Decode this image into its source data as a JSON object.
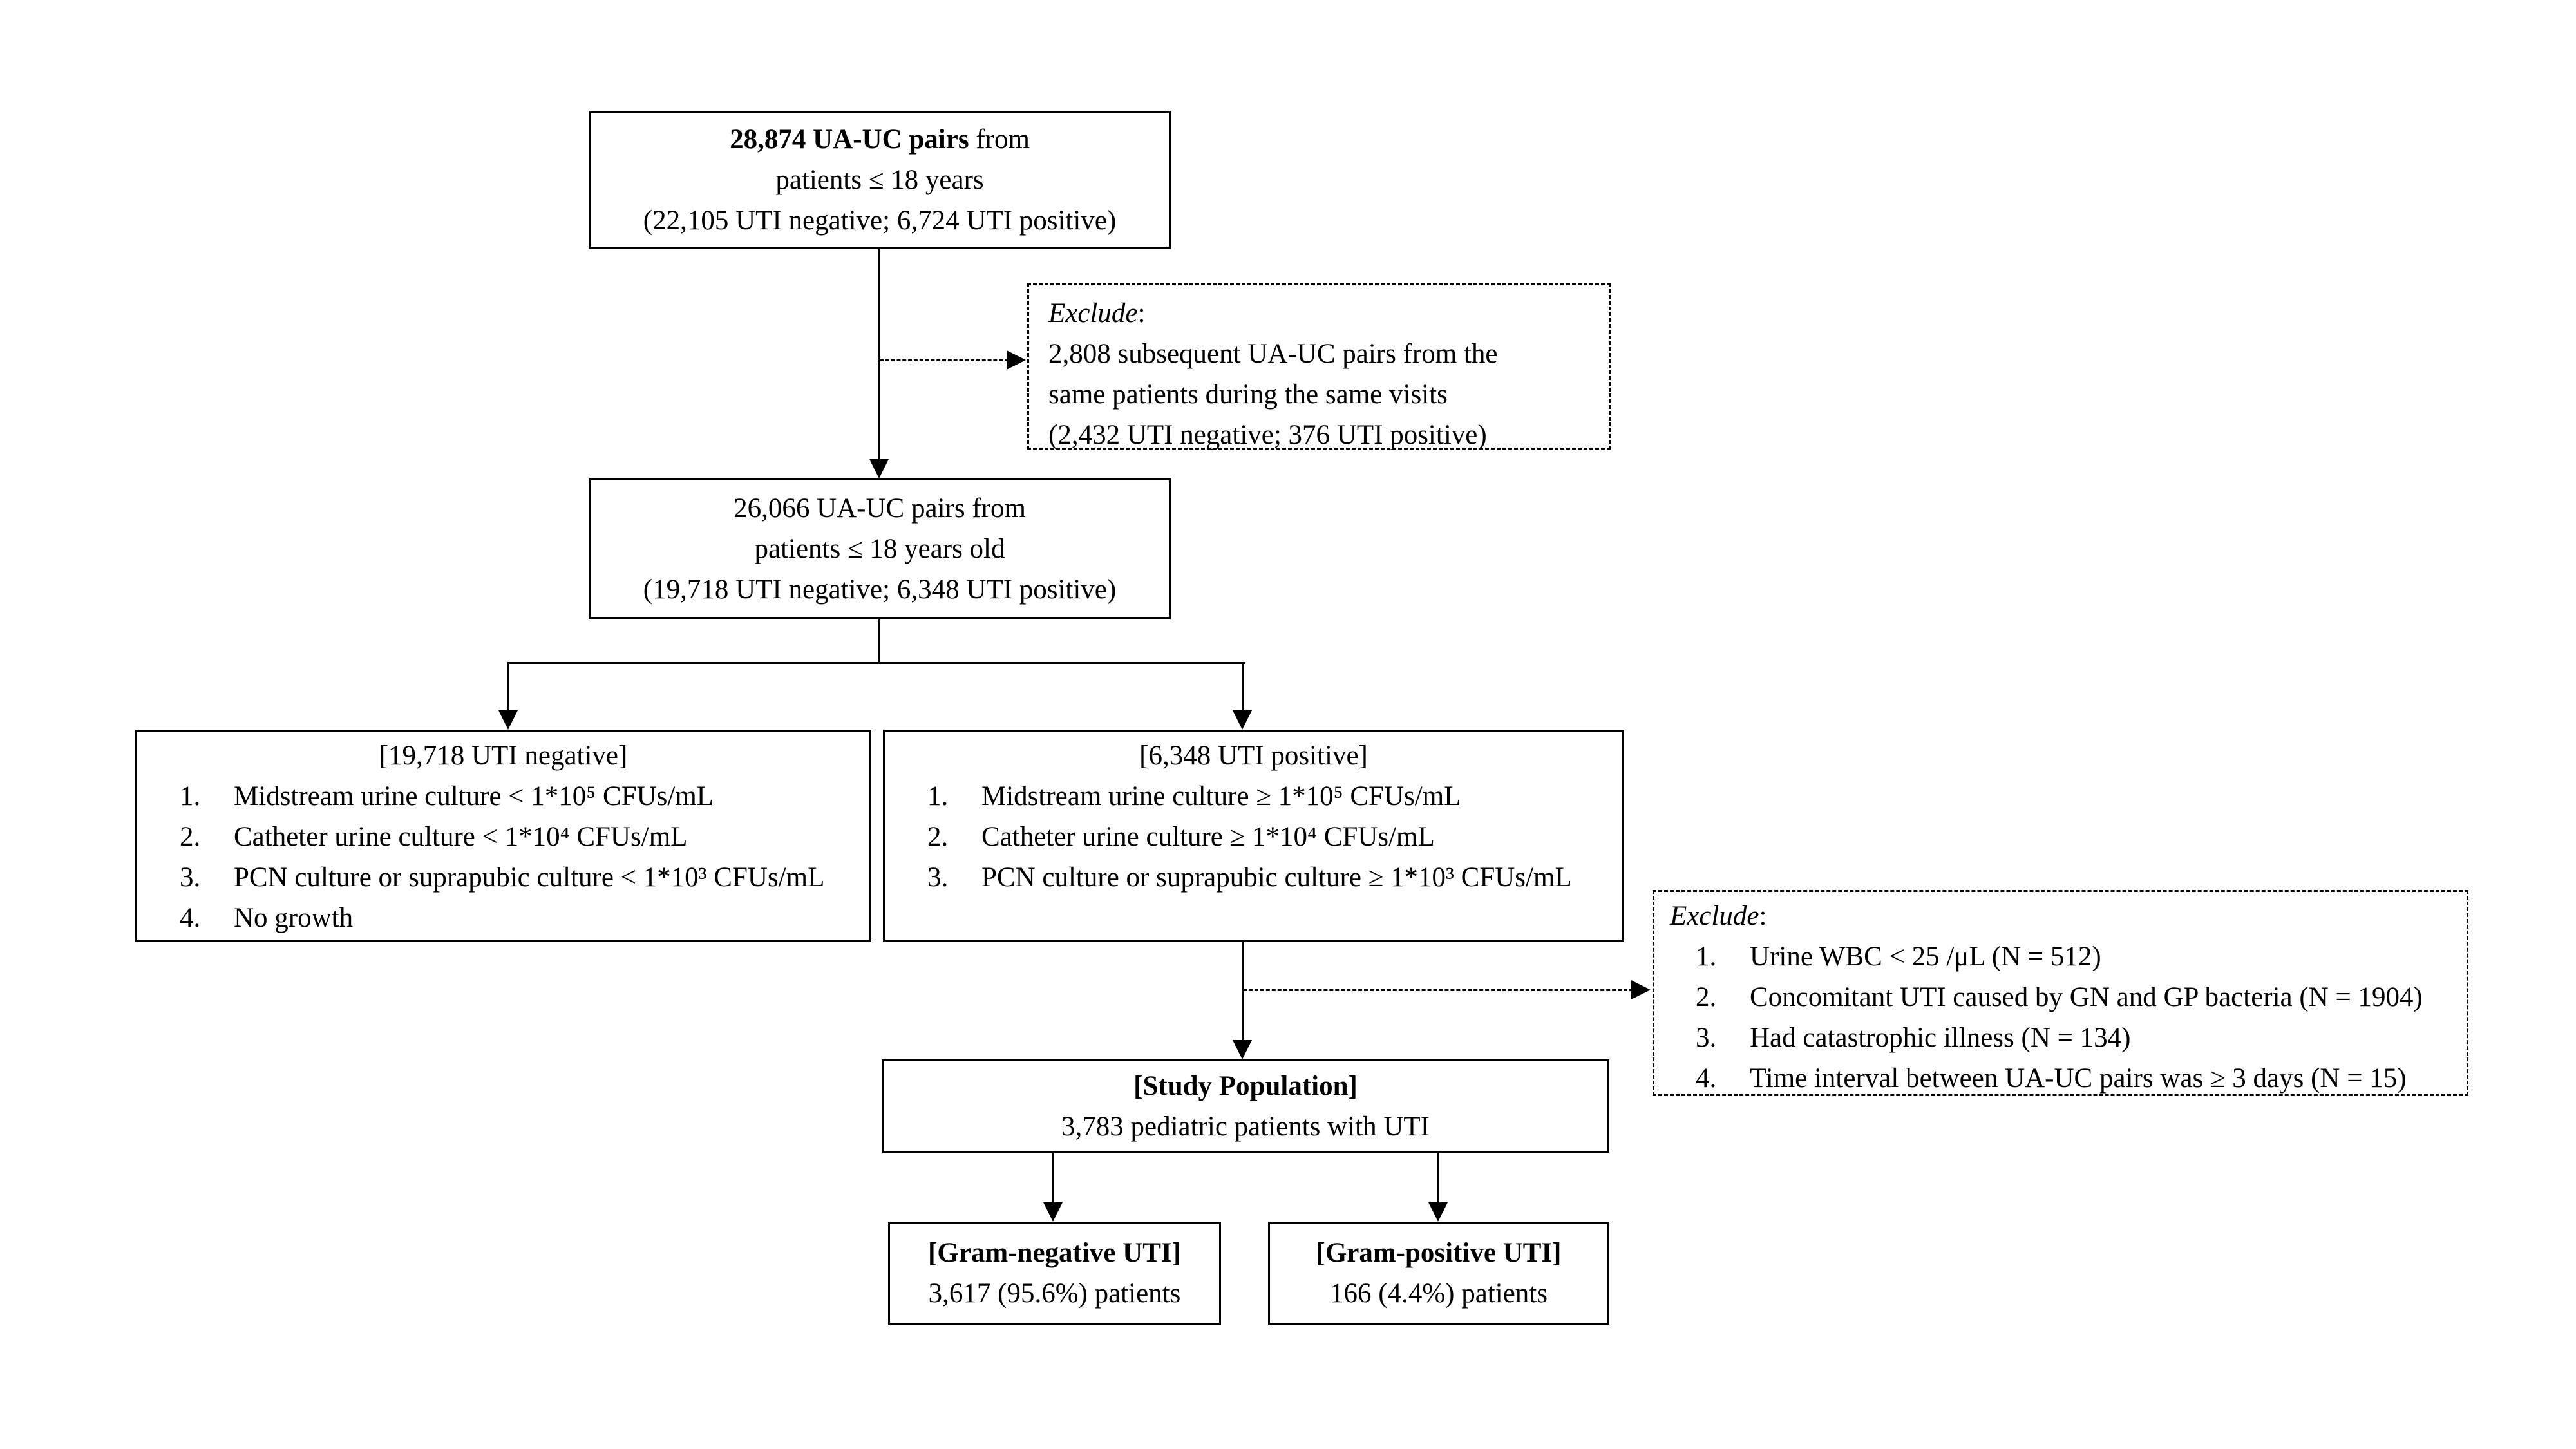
{
  "colors": {
    "ink": "#000000",
    "background": "#ffffff"
  },
  "flowchart": {
    "top_box": {
      "line1_bold": "28,874 UA-UC pairs",
      "line1_rest": " from",
      "line2": "patients ≤ 18 years",
      "line3": "(22,105 UTI negative; 6,724 UTI positive)"
    },
    "exclude_box_1": {
      "label_italic": "Exclude",
      "label_colon": ":",
      "lines": [
        "2,808 subsequent UA-UC pairs from the",
        "same patients during the same visits",
        "(2,432 UTI negative; 376 UTI positive)"
      ]
    },
    "second_box": {
      "line1": "26,066 UA-UC pairs from",
      "line2": "patients ≤ 18 years old",
      "line3": "(19,718 UTI negative; 6,348 UTI positive)"
    },
    "negative_box": {
      "title": "[19,718 UTI negative]",
      "items": [
        {
          "num": "1.",
          "text": "Midstream urine culture < 1*10⁵ CFUs/mL"
        },
        {
          "num": "2.",
          "text": "Catheter urine culture < 1*10⁴ CFUs/mL"
        },
        {
          "num": "3.",
          "text": "PCN culture or suprapubic culture < 1*10³ CFUs/mL"
        },
        {
          "num": "4.",
          "text": "No growth"
        }
      ]
    },
    "positive_box": {
      "title": "[6,348 UTI positive]",
      "items": [
        {
          "num": "1.",
          "text": "Midstream urine culture ≥ 1*10⁵ CFUs/mL"
        },
        {
          "num": "2.",
          "text": "Catheter urine culture ≥ 1*10⁴ CFUs/mL"
        },
        {
          "num": "3.",
          "text": "PCN culture or suprapubic culture ≥ 1*10³ CFUs/mL"
        }
      ]
    },
    "exclude_box_2": {
      "label_italic": "Exclude",
      "label_colon": ":",
      "items": [
        {
          "num": "1.",
          "text": "Urine WBC < 25 /μL (N = 512)"
        },
        {
          "num": "2.",
          "text": "Concomitant UTI caused by GN and GP bacteria (N = 1904)"
        },
        {
          "num": "3.",
          "text": "Had catastrophic illness (N = 134)"
        },
        {
          "num": "4.",
          "text": "Time interval between UA-UC pairs was ≥ 3 days (N = 15)"
        }
      ]
    },
    "study_population_box": {
      "title": "[Study Population]",
      "subtitle": "3,783 pediatric patients with UTI"
    },
    "gram_negative_box": {
      "title": "[Gram-negative UTI]",
      "subtitle": "3,617 (95.6%) patients"
    },
    "gram_positive_box": {
      "title": "[Gram-positive UTI]",
      "subtitle": "166 (4.4%) patients"
    }
  }
}
